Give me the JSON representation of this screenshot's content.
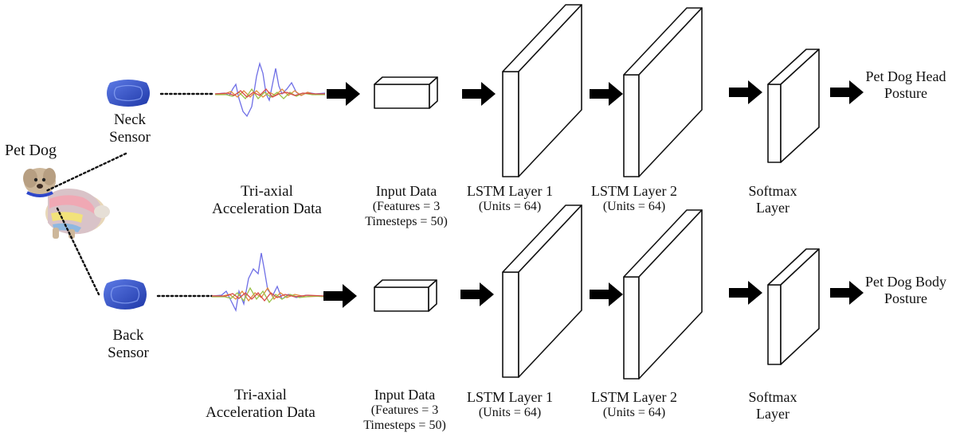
{
  "dog": {
    "label": "Pet Dog"
  },
  "sensors": {
    "neck": [
      "Neck",
      "Sensor"
    ],
    "back": [
      "Back",
      "Sensor"
    ]
  },
  "rows": [
    {
      "signal": [
        "Tri-axial",
        "Acceleration Data"
      ],
      "input_title": "Input Data",
      "input_params": [
        "(Features = 3",
        "Timesteps = 50)"
      ],
      "lstm1": "LSTM Layer 1",
      "lstm2": "LSTM Layer 2",
      "units": "(Units = 64)",
      "softmax": [
        "Softmax",
        "Layer"
      ],
      "output": [
        "Pet Dog Head",
        "Posture"
      ]
    },
    {
      "signal": [
        "Tri-axial",
        "Acceleration Data"
      ],
      "input_title": "Input Data",
      "input_params": [
        "(Features = 3",
        "Timesteps = 50)"
      ],
      "lstm1": "LSTM Layer 1",
      "lstm2": "LSTM Layer 2",
      "units": "(Units = 64)",
      "softmax": [
        "Softmax",
        "Layer"
      ],
      "output": [
        "Pet Dog Body",
        "Posture"
      ]
    }
  ],
  "colors": {
    "sensor": "#2c4bbf",
    "signal_x": "#6f6fe6",
    "signal_y": "#e08a3a",
    "signal_z": "#9bc24a",
    "signal_w": "#d84a4a"
  }
}
